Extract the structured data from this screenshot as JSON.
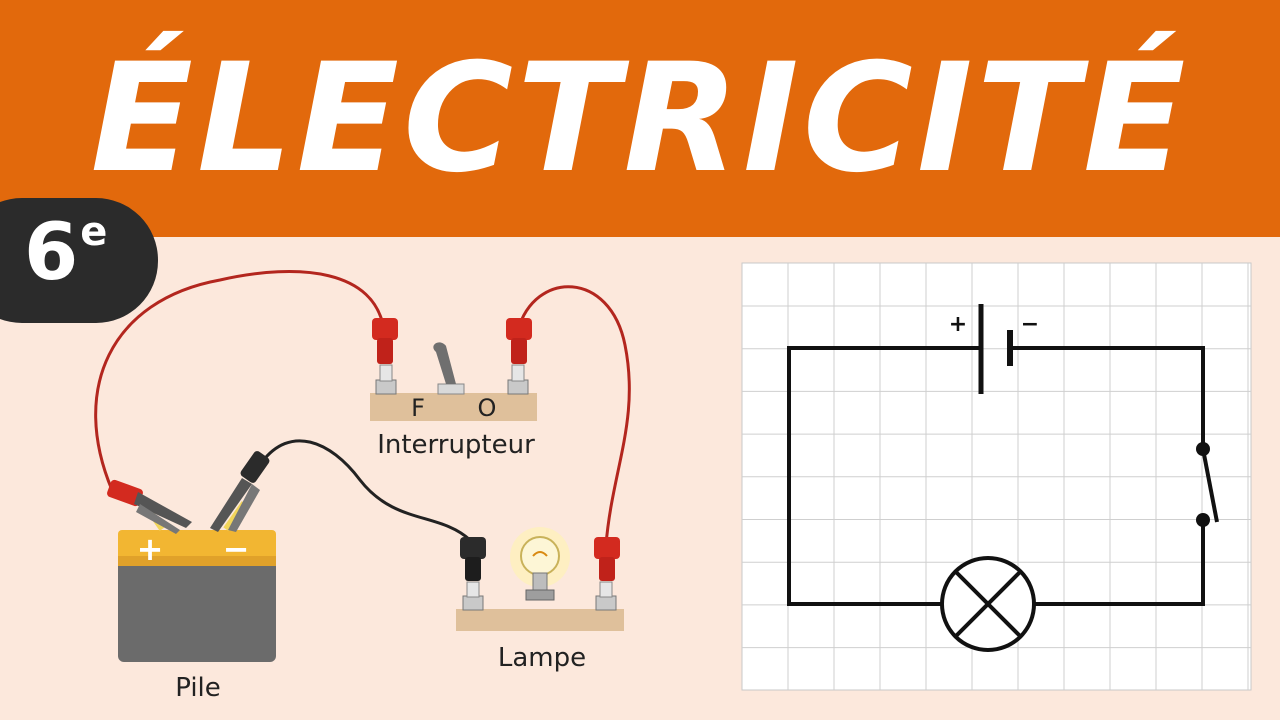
{
  "header": {
    "title": "ÉLECTRICITÉ",
    "color": "#e2690c"
  },
  "badge": {
    "grade": "6",
    "grade_sup": "e"
  },
  "illustration": {
    "switch_label": "Interrupteur",
    "switch_off": "F",
    "switch_on": "O",
    "lamp_label": "Lampe",
    "battery_label": "Pile",
    "battery_plus": "+",
    "battery_minus": "−"
  },
  "schematic": {
    "battery_plus": "+",
    "battery_minus": "−"
  },
  "colors": {
    "background": "#fce8dc",
    "wire_red": "#b3261e",
    "wire_black": "#222222",
    "battery_body": "#6b6b6b",
    "battery_top": "#f2b632",
    "board": "#dfc09b"
  }
}
